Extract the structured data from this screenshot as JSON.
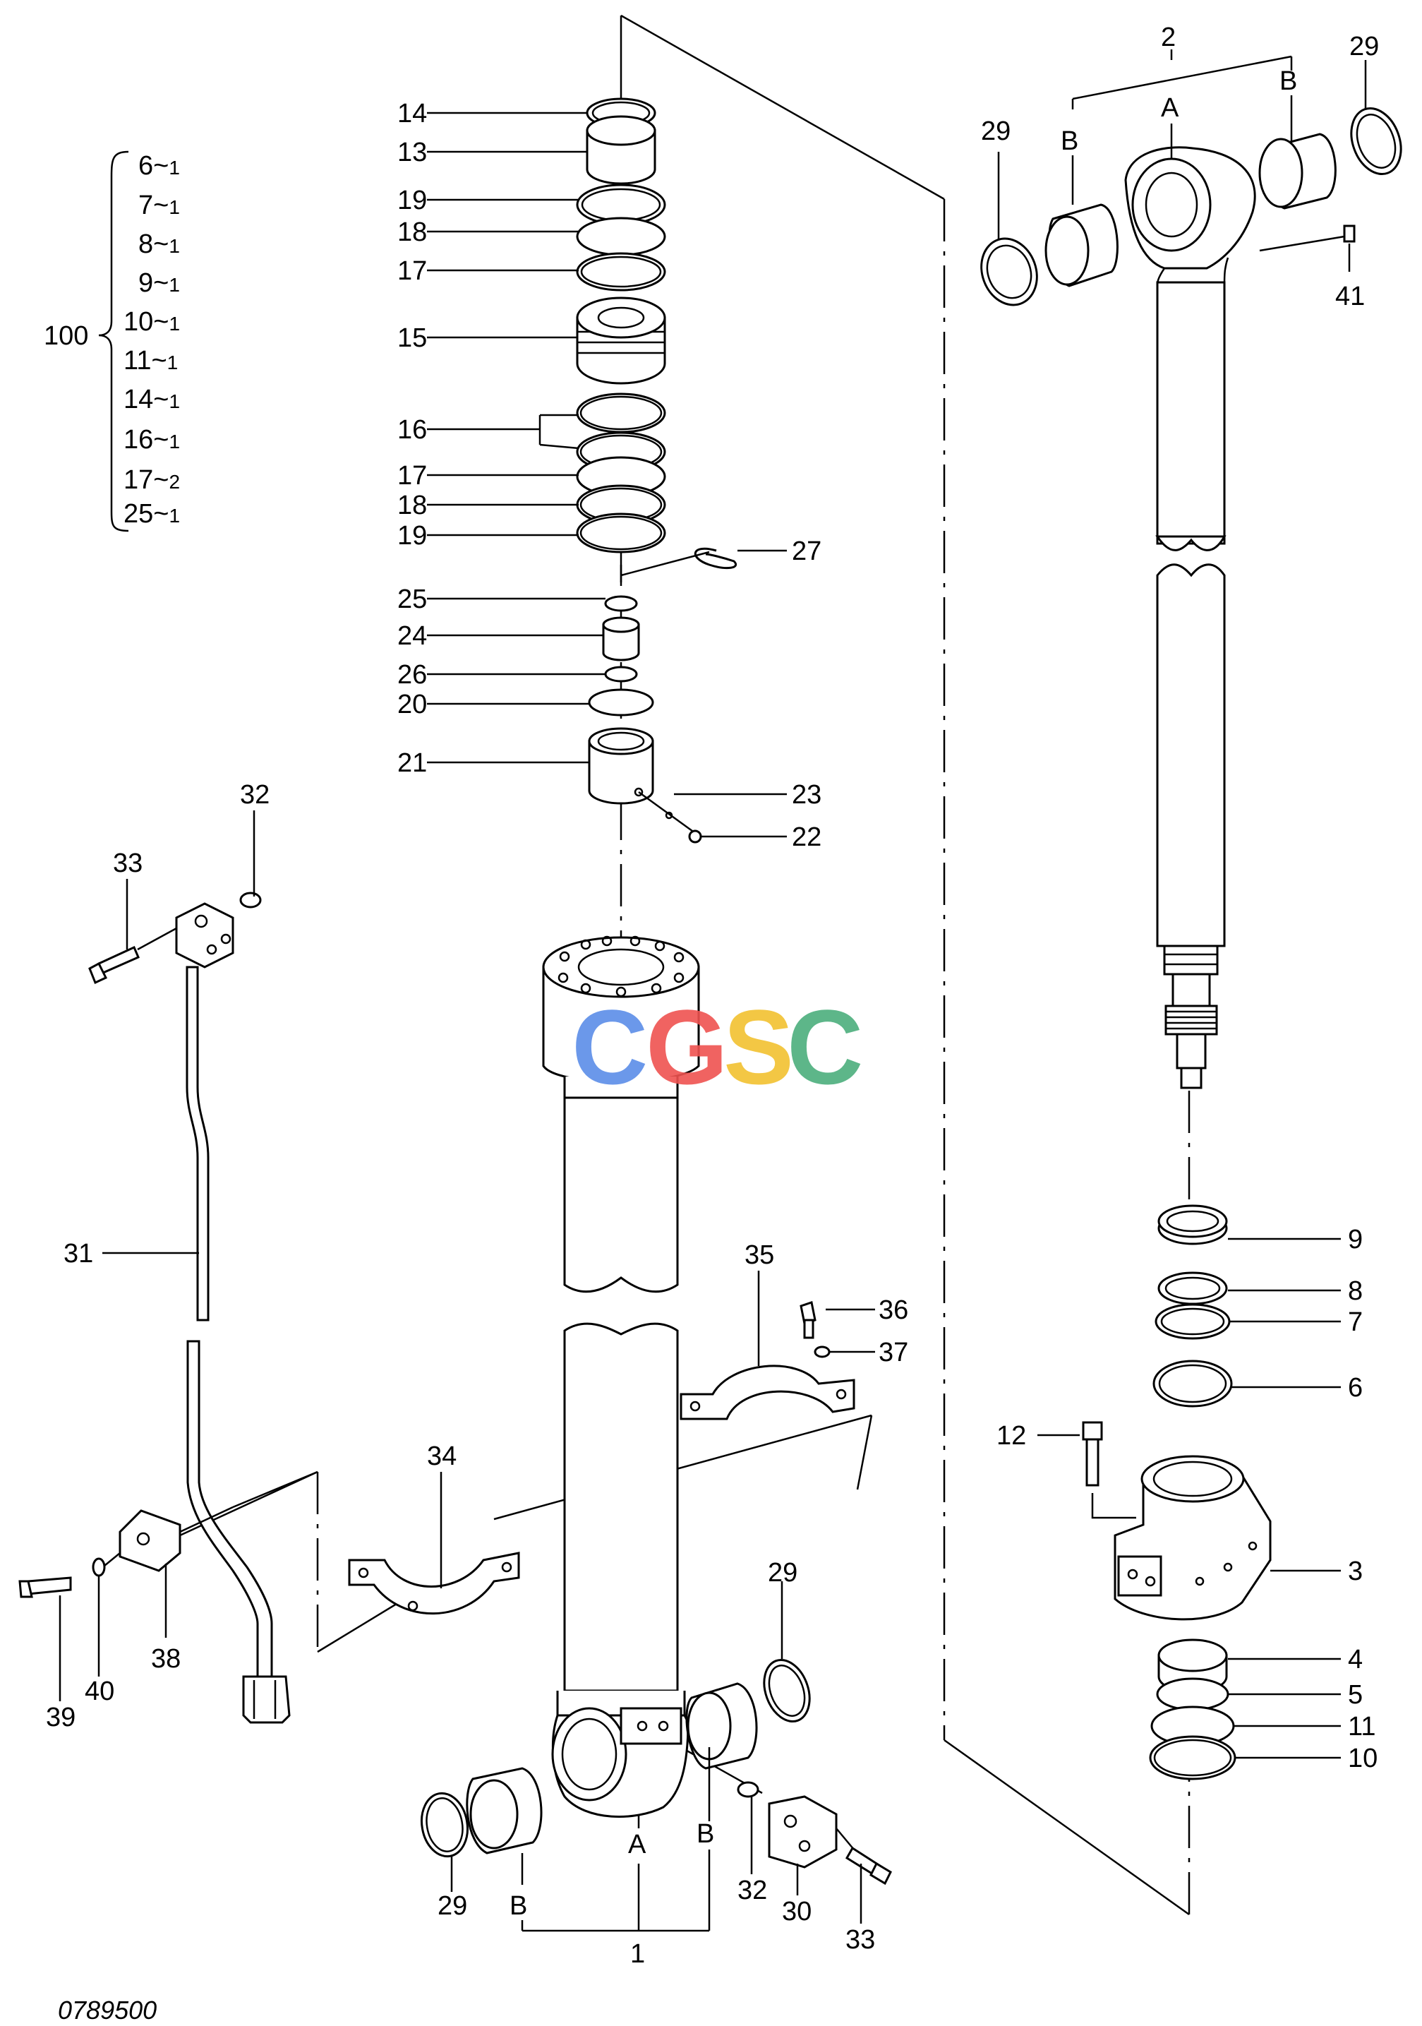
{
  "figure_number": "0789500",
  "watermark_text": "CGSC",
  "watermark_colors": [
    "#5b8de8",
    "#ef5350",
    "#f2c230",
    "#4caf7d"
  ],
  "kit": {
    "label": "100",
    "items": [
      {
        "part": "6",
        "qty": "1"
      },
      {
        "part": "7",
        "qty": "1"
      },
      {
        "part": "8",
        "qty": "1"
      },
      {
        "part": "9",
        "qty": "1"
      },
      {
        "part": "10",
        "qty": "1"
      },
      {
        "part": "11",
        "qty": "1"
      },
      {
        "part": "14",
        "qty": "1"
      },
      {
        "part": "16",
        "qty": "1"
      },
      {
        "part": "17",
        "qty": "2"
      },
      {
        "part": "25",
        "qty": "1"
      }
    ]
  },
  "callouts": {
    "c14": "14",
    "c13": "13",
    "c19a": "19",
    "c18a": "18",
    "c17a": "17",
    "c15": "15",
    "c16": "16",
    "c17b": "17",
    "c18b": "18",
    "c19b": "19",
    "c27": "27",
    "c25": "25",
    "c24": "24",
    "c26": "26",
    "c20": "20",
    "c21": "21",
    "c23": "23",
    "c22": "22",
    "c32a": "32",
    "c33a": "33",
    "c31": "31",
    "c35": "35",
    "c36": "36",
    "c37": "37",
    "c34": "34",
    "c38": "38",
    "c39": "39",
    "c40": "40",
    "c29c": "29",
    "c29d": "29",
    "c1": "1",
    "c_a_low": "A",
    "c_b_low1": "B",
    "c_b_low2": "B",
    "c32b": "32",
    "c30": "30",
    "c33b": "33",
    "c2": "2",
    "c_a_up": "A",
    "c_b_up1": "B",
    "c_b_up2": "B",
    "c29a": "29",
    "c29b": "29",
    "c41": "41",
    "c9": "9",
    "c8": "8",
    "c7": "7",
    "c6": "6",
    "c12": "12",
    "c3": "3",
    "c4": "4",
    "c5": "5",
    "c11": "11",
    "c10": "10"
  }
}
